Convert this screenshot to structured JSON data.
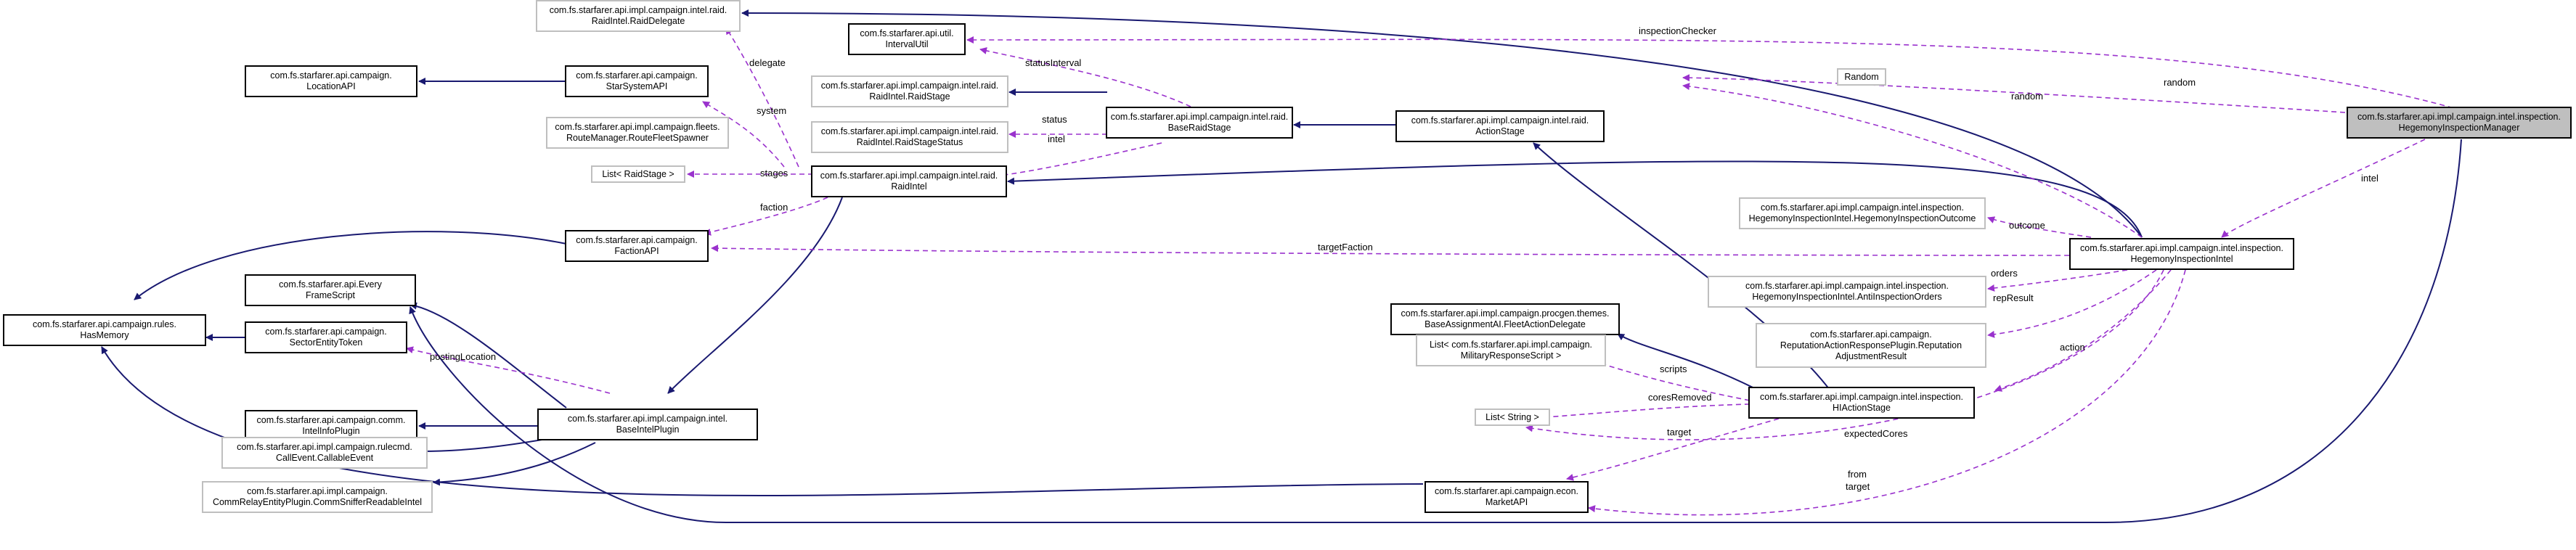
{
  "colors": {
    "inheritance": "#191970",
    "usage": "#9a32cd",
    "node_border": "#000000",
    "external_border": "#bfbfbf",
    "focus_fill": "#bfbfbf"
  },
  "nodes": {
    "hegemony_inspection_manager": [
      "com.fs.starfarer.api.impl.campaign.intel.inspection.",
      "HegemonyInspectionManager"
    ],
    "raid_delegate": [
      "com.fs.starfarer.api.impl.campaign.intel.raid.",
      "RaidIntel.RaidDelegate"
    ],
    "interval_util": [
      "com.fs.starfarer.api.util.",
      "IntervalUtil"
    ],
    "location_api": [
      "com.fs.starfarer.api.campaign.",
      "LocationAPI"
    ],
    "star_system_api": [
      "com.fs.starfarer.api.campaign.",
      "StarSystemAPI"
    ],
    "raid_stage": [
      "com.fs.starfarer.api.impl.campaign.intel.raid.",
      "RaidIntel.RaidStage"
    ],
    "base_raid_stage": [
      "com.fs.starfarer.api.impl.campaign.intel.raid.",
      "BaseRaidStage"
    ],
    "action_stage": [
      "com.fs.starfarer.api.impl.campaign.intel.raid.",
      "ActionStage"
    ],
    "route_fleet_spawner": [
      "com.fs.starfarer.api.impl.campaign.fleets.",
      "RouteManager.RouteFleetSpawner"
    ],
    "raid_stage_status": [
      "com.fs.starfarer.api.impl.campaign.intel.raid.",
      "RaidIntel.RaidStageStatus"
    ],
    "random": [
      "Random"
    ],
    "list_raid_stage": [
      "List< RaidStage >"
    ],
    "raid_intel": [
      "com.fs.starfarer.api.impl.campaign.intel.raid.",
      "RaidIntel"
    ],
    "inspection_outcome": [
      "com.fs.starfarer.api.impl.campaign.intel.inspection.",
      "HegemonyInspectionIntel.HegemonyInspectionOutcome"
    ],
    "faction_api": [
      "com.fs.starfarer.api.campaign.",
      "FactionAPI"
    ],
    "hegemony_inspection_intel": [
      "com.fs.starfarer.api.impl.campaign.intel.inspection.",
      "HegemonyInspectionIntel"
    ],
    "every_frame_script": [
      "com.fs.starfarer.api.Every",
      "FrameScript"
    ],
    "has_memory": [
      "com.fs.starfarer.api.campaign.rules.",
      "HasMemory"
    ],
    "anti_inspection_orders": [
      "com.fs.starfarer.api.impl.campaign.intel.inspection.",
      "HegemonyInspectionIntel.AntiInspectionOrders"
    ],
    "fleet_action_delegate": [
      "com.fs.starfarer.api.impl.campaign.procgen.themes.",
      "BaseAssignmentAI.FleetActionDelegate"
    ],
    "sector_entity_token": [
      "com.fs.starfarer.api.campaign.",
      "SectorEntityToken"
    ],
    "reputation_adjustment_result": [
      "com.fs.starfarer.api.campaign.",
      "ReputationActionResponsePlugin.Reputation",
      "AdjustmentResult"
    ],
    "base_intel_plugin": [
      "com.fs.starfarer.api.impl.campaign.intel.",
      "BaseIntelPlugin"
    ],
    "military_response_script": [
      "List< com.fs.starfarer.api.impl.campaign.",
      "MilitaryResponseScript >"
    ],
    "intel_info_plugin": [
      "com.fs.starfarer.api.campaign.comm.",
      "IntelInfoPlugin"
    ],
    "hi_action_stage": [
      "com.fs.starfarer.api.impl.campaign.intel.inspection.",
      "HIActionStage"
    ],
    "list_string": [
      "List< String >"
    ],
    "callable_event": [
      "com.fs.starfarer.api.impl.campaign.rulecmd.",
      "CallEvent.CallableEvent"
    ],
    "comm_sniffer": [
      "com.fs.starfarer.api.impl.campaign.",
      "CommRelayEntityPlugin.CommSnifferReadableIntel"
    ],
    "market_api": [
      "com.fs.starfarer.api.campaign.econ.",
      "MarketAPI"
    ]
  },
  "edge_labels": {
    "inspection_checker": "inspectionChecker",
    "delegate": "delegate",
    "status_interval": "statusInterval",
    "system": "system",
    "random_manager": "random",
    "random_intel": "random",
    "status": "status",
    "intel_raid": "intel",
    "stages": "stages",
    "intel_manager": "intel",
    "faction": "faction",
    "outcome": "outcome",
    "target_faction": "targetFaction",
    "orders": "orders",
    "rep_result": "repResult",
    "posting_location": "postingLocation",
    "action": "action",
    "scripts": "scripts",
    "cores_removed": "coresRemoved",
    "target_action": "target",
    "expected_cores": "expectedCores",
    "from_target": [
      "from",
      "target"
    ]
  }
}
